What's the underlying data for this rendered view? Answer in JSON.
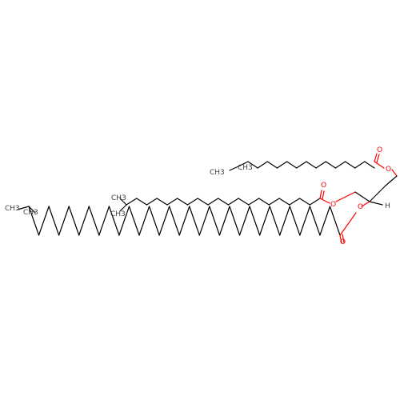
{
  "colors": {
    "bond": "#000000",
    "carbon_label": "#404040",
    "oxygen": "#ff0000",
    "background": "#ffffff"
  },
  "atom_labels": {
    "o_ester_top": "O",
    "o_carbonyl_top": "O",
    "o_ester_mid": "O",
    "o_carbonyl_mid": "O",
    "o_ester_low": "O",
    "o_carbonyl_low": "O",
    "h_stereo": "H",
    "ch3_top_methyl": "CH3",
    "ch3_top_ethyl": "CH3",
    "ch3_mid_upper": "CH3",
    "ch3_mid_lower": "CH3",
    "ch3_low_ethyl": "CH3",
    "ch3_low_methyl": "CH3"
  }
}
